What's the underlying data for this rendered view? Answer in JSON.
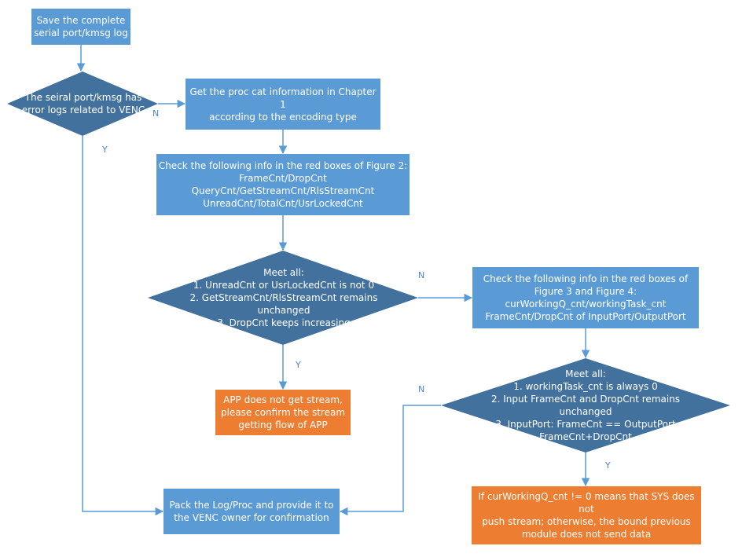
{
  "colors": {
    "process": "#5b9bd5",
    "decision": "#41719c",
    "outcome": "#ed7d31",
    "edge": "#5b9bd5",
    "edge_label": "#4a86c8"
  },
  "nodes": {
    "save_log": "Save the complete\nserial port/kmsg log",
    "decision_errors": "The seiral port/kmsg has\nerror logs related to VENC",
    "get_proc": "Get the proc cat information in Chapter 1\naccording to the encoding type",
    "check_fig2": "Check the following info in the red boxes of Figure 2:\nFrameCnt/DropCnt\nQueryCnt/GetStreamCnt/RlsStreamCnt\nUnreadCnt/TotalCnt/UsrLockedCnt",
    "decision_meet1": "Meet all:\n1. UnreadCnt or UsrLockedCnt is not 0\n2. GetStreamCnt/RlsStreamCnt remains\nunchanged\n3. DropCnt keeps increasing",
    "check_fig34": "Check the following info in the red boxes of\nFigure 3 and Figure 4:\ncurWorkingQ_cnt/workingTask_cnt\nFrameCnt/DropCnt of InputPort/OutputPort",
    "app_no_stream": "APP does not get stream,\nplease confirm the stream\ngetting flow of APP",
    "decision_meet2": "Meet all:\n1. workingTask_cnt is always 0\n2. Input FrameCnt and DropCnt remains unchanged\n3. InputPort: FrameCnt == OutputPort\nFrameCnt+DropCnt",
    "pack_log": "Pack the Log/Proc and provide it to\nthe VENC owner for confirmation",
    "sys_no_push": "If curWorkingQ_cnt != 0 means that SYS does not\npush stream; otherwise, the bound previous\nmodule does not send data"
  },
  "edge_labels": {
    "decision_errors_no": "N",
    "decision_errors_yes": "Y",
    "meet1_no": "N",
    "meet1_yes": "Y",
    "meet2_no": "N",
    "meet2_yes": "Y"
  }
}
